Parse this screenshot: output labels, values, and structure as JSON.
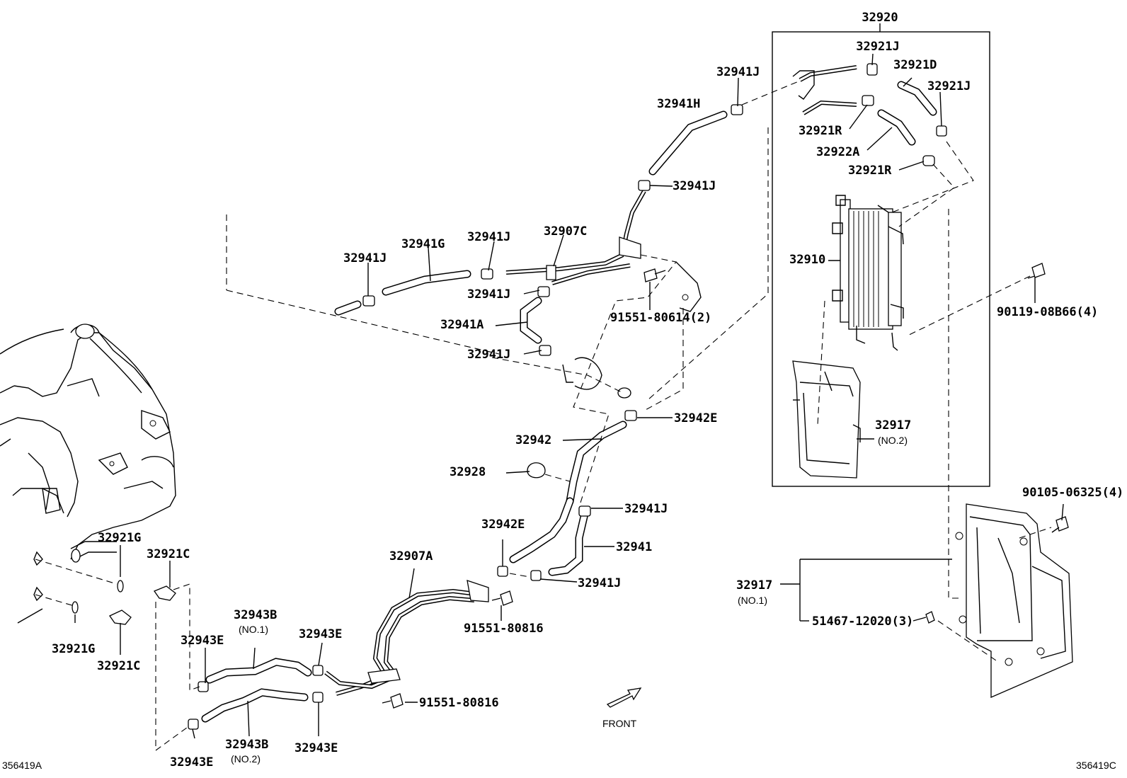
{
  "title": "",
  "labels": {
    "p32920": "32920",
    "p32921J_a": "32921J",
    "p32921D": "32921D",
    "p32921J_b": "32921J",
    "p32921R_a": "32921R",
    "p32922A": "32922A",
    "p32921R_b": "32921R",
    "p32941J_top": "32941J",
    "p32941H": "32941H",
    "p32941J_2": "32941J",
    "p32941G": "32941G",
    "p32941J_3": "32941J",
    "p32907C": "32907C",
    "p32941J_4": "32941J",
    "p32941J_5": "32941J",
    "p32941A": "32941A",
    "p32941J_6": "32941J",
    "p91551_80614": "91551-80614(2)",
    "p32910": "32910",
    "p90119": "90119-08B66(4)",
    "p32942E_a": "32942E",
    "p32942": "32942",
    "p32928": "32928",
    "p32917_no2": "32917",
    "p32917_no2_sub": "(NO.2)",
    "p90105": "90105-06325(4)",
    "p32941J_7": "32941J",
    "p32942E_b": "32942E",
    "p32941": "32941",
    "p32941J_8": "32941J",
    "p32907A": "32907A",
    "p91551_80816_a": "91551-80816",
    "p32917_no1": "32917",
    "p32917_no1_sub": "(NO.1)",
    "p51467": "51467-12020(3)",
    "p32921G_a": "32921G",
    "p32921C_a": "32921C",
    "p32921G_b": "32921G",
    "p32921C_b": "32921C",
    "p32943B_no1": "32943B",
    "p32943B_no1_sub": "(NO.1)",
    "p32943E_a": "32943E",
    "p32943E_b": "32943E",
    "p91551_80816_b": "91551-80816",
    "p32943B_no2": "32943B",
    "p32943B_no2_sub": "(NO.2)",
    "p32943E_c": "32943E",
    "p32943E_d": "32943E",
    "front": "FRONT",
    "ref_left": "356419A",
    "ref_right": "356419C"
  }
}
